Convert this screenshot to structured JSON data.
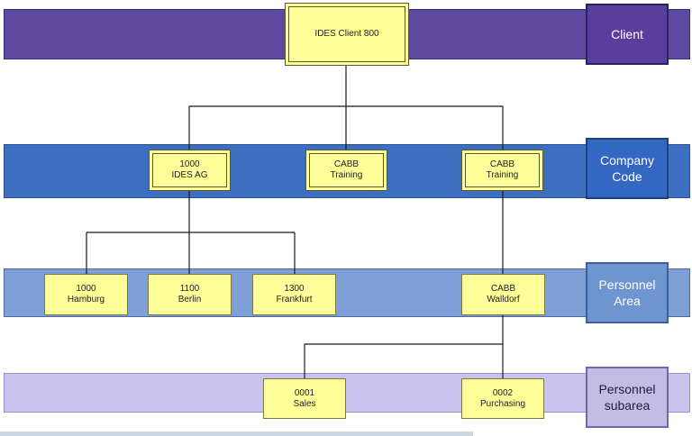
{
  "levels": {
    "client": "Client",
    "company_code": "Company\nCode",
    "personnel_area": "Personnel\nArea",
    "personnel_subarea": "Personnel\nsubarea"
  },
  "nodes": {
    "client": {
      "line1": "IDES Client 800",
      "line2": ""
    },
    "cc_1000": {
      "line1": "1000",
      "line2": "IDES AG"
    },
    "cc_cabb_1": {
      "line1": "CABB",
      "line2": "Training"
    },
    "cc_cabb_2": {
      "line1": "CABB",
      "line2": "Training"
    },
    "pa_1000": {
      "line1": "1000",
      "line2": "Hamburg"
    },
    "pa_1100": {
      "line1": "1100",
      "line2": "Berlin"
    },
    "pa_1300": {
      "line1": "1300",
      "line2": "Frankfurt"
    },
    "pa_cabb": {
      "line1": "CABB",
      "line2": "Walldorf"
    },
    "psa_0001": {
      "line1": "0001",
      "line2": "Sales"
    },
    "psa_0002": {
      "line1": "0002",
      "line2": "Purchasing"
    }
  },
  "colors": {
    "client_band": "#5d4aa0",
    "company_band": "#3c6fc0",
    "personnel_band": "#7fa0d6",
    "subarea_band": "#c9c2ec",
    "node_fill": "#ffff99"
  }
}
